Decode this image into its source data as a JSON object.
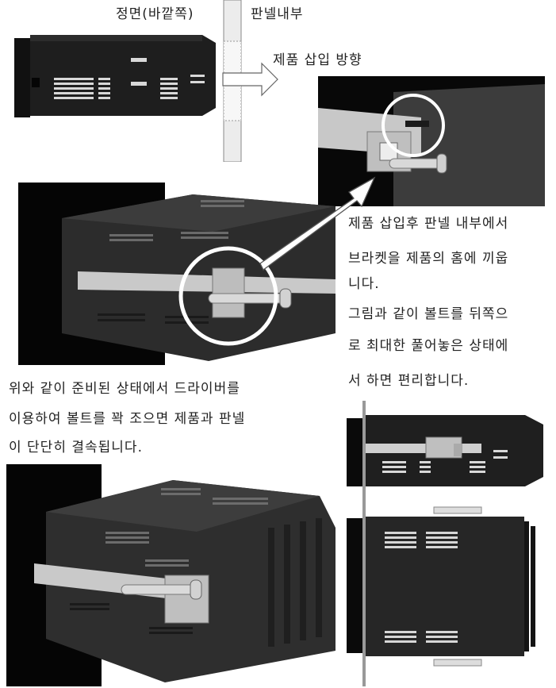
{
  "labels": {
    "front_outside": "정면(바깥쪽)",
    "panel_inside": "판넬내부",
    "insert_direction": "제품 삽입 방향"
  },
  "instruction_right": {
    "line1": "제품 삽입후 판넬 내부에서",
    "line2": "브라켓을 제품의 홈에 끼웁",
    "line3": "니다.",
    "line4": "그림과 같이 볼트를 뒤쪽으",
    "line5": "로 최대한 풀어놓은 상태에",
    "line6": "서 하면 편리합니다."
  },
  "instruction_left": {
    "line1": "위와 같이 준비된 상태에서 드라이버를",
    "line2": "이용하여 볼트를 꽉 조으면 제품과 판넬",
    "line3": "이 단단히 결속됩니다."
  }
}
